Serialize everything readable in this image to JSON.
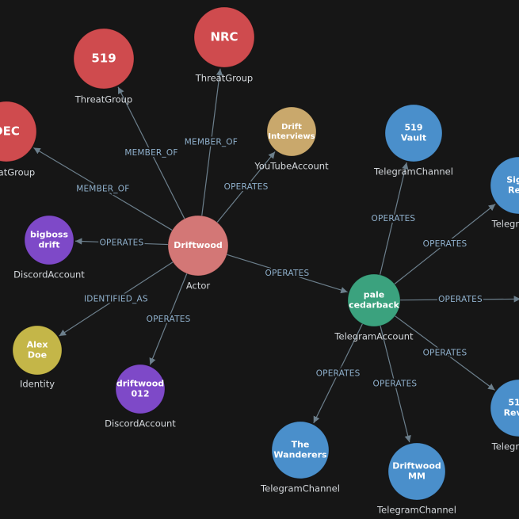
{
  "colors": {
    "ThreatGroup": "#cf4b4e",
    "Actor": "#d37776",
    "YouTubeAccount": "#c9a86c",
    "DiscordAccount": "#7e49c8",
    "Identity": "#c4b648",
    "TelegramAccount": "#3ba27e",
    "TelegramChannel": "#4a8fcb"
  },
  "nodes": [
    {
      "id": "nrc",
      "lines": [
        "NRC"
      ],
      "type": "ThreatGroup"
    },
    {
      "id": "tg519",
      "lines": [
        "519"
      ],
      "type": "ThreatGroup"
    },
    {
      "id": "dec",
      "lines": [
        "DEC"
      ],
      "type": "ThreatGroup",
      "type_text": "ThreatGroup"
    },
    {
      "id": "drift_interviews",
      "lines": [
        "Drift",
        "Interviews"
      ],
      "type": "YouTubeAccount"
    },
    {
      "id": "driftwood",
      "lines": [
        "Driftwood"
      ],
      "type": "Actor"
    },
    {
      "id": "bigboss",
      "lines": [
        "bigboss",
        "drift"
      ],
      "type": "DiscordAccount"
    },
    {
      "id": "alexdoe",
      "lines": [
        "Alex",
        "Doe"
      ],
      "type": "Identity"
    },
    {
      "id": "driftwood012",
      "lines": [
        "driftwood",
        "012"
      ],
      "type": "DiscordAccount"
    },
    {
      "id": "pale",
      "lines": [
        "pale",
        "cedarback"
      ],
      "type": "TelegramAccount"
    },
    {
      "id": "vault519",
      "lines": [
        "519",
        "Vault"
      ],
      "type": "TelegramChannel"
    },
    {
      "id": "sig",
      "lines": [
        "Sig",
        "Re"
      ],
      "type": "TelegramChannel",
      "type_text": "Telegram"
    },
    {
      "id": "offscreen",
      "lines": [],
      "type": "TelegramChannel",
      "type_text": ""
    },
    {
      "id": "revi",
      "lines": [
        "51",
        "Revi"
      ],
      "type": "TelegramChannel",
      "type_text": "Telegram"
    },
    {
      "id": "wanderers",
      "lines": [
        "The",
        "Wanderers"
      ],
      "type": "TelegramChannel"
    },
    {
      "id": "driftwoodmm",
      "lines": [
        "Driftwood",
        "MM"
      ],
      "type": "TelegramChannel"
    }
  ],
  "edges": [
    {
      "source": "driftwood",
      "target": "tg519",
      "label": "MEMBER_OF"
    },
    {
      "source": "driftwood",
      "target": "nrc",
      "label": "MEMBER_OF"
    },
    {
      "source": "driftwood",
      "target": "dec",
      "label": "MEMBER_OF"
    },
    {
      "source": "driftwood",
      "target": "drift_interviews",
      "label": "OPERATES"
    },
    {
      "source": "driftwood",
      "target": "bigboss",
      "label": "OPERATES"
    },
    {
      "source": "driftwood",
      "target": "alexdoe",
      "label": "IDENTIFIED_AS"
    },
    {
      "source": "driftwood",
      "target": "driftwood012",
      "label": "OPERATES"
    },
    {
      "source": "driftwood",
      "target": "pale",
      "label": "OPERATES"
    },
    {
      "source": "pale",
      "target": "vault519",
      "label": "OPERATES"
    },
    {
      "source": "pale",
      "target": "sig",
      "label": "OPERATES"
    },
    {
      "source": "pale",
      "target": "offscreen",
      "label": "OPERATES"
    },
    {
      "source": "pale",
      "target": "revi",
      "label": "OPERATES"
    },
    {
      "source": "pale",
      "target": "wanderers",
      "label": "OPERATES"
    },
    {
      "source": "pale",
      "target": "driftwoodmm",
      "label": "OPERATES"
    }
  ]
}
